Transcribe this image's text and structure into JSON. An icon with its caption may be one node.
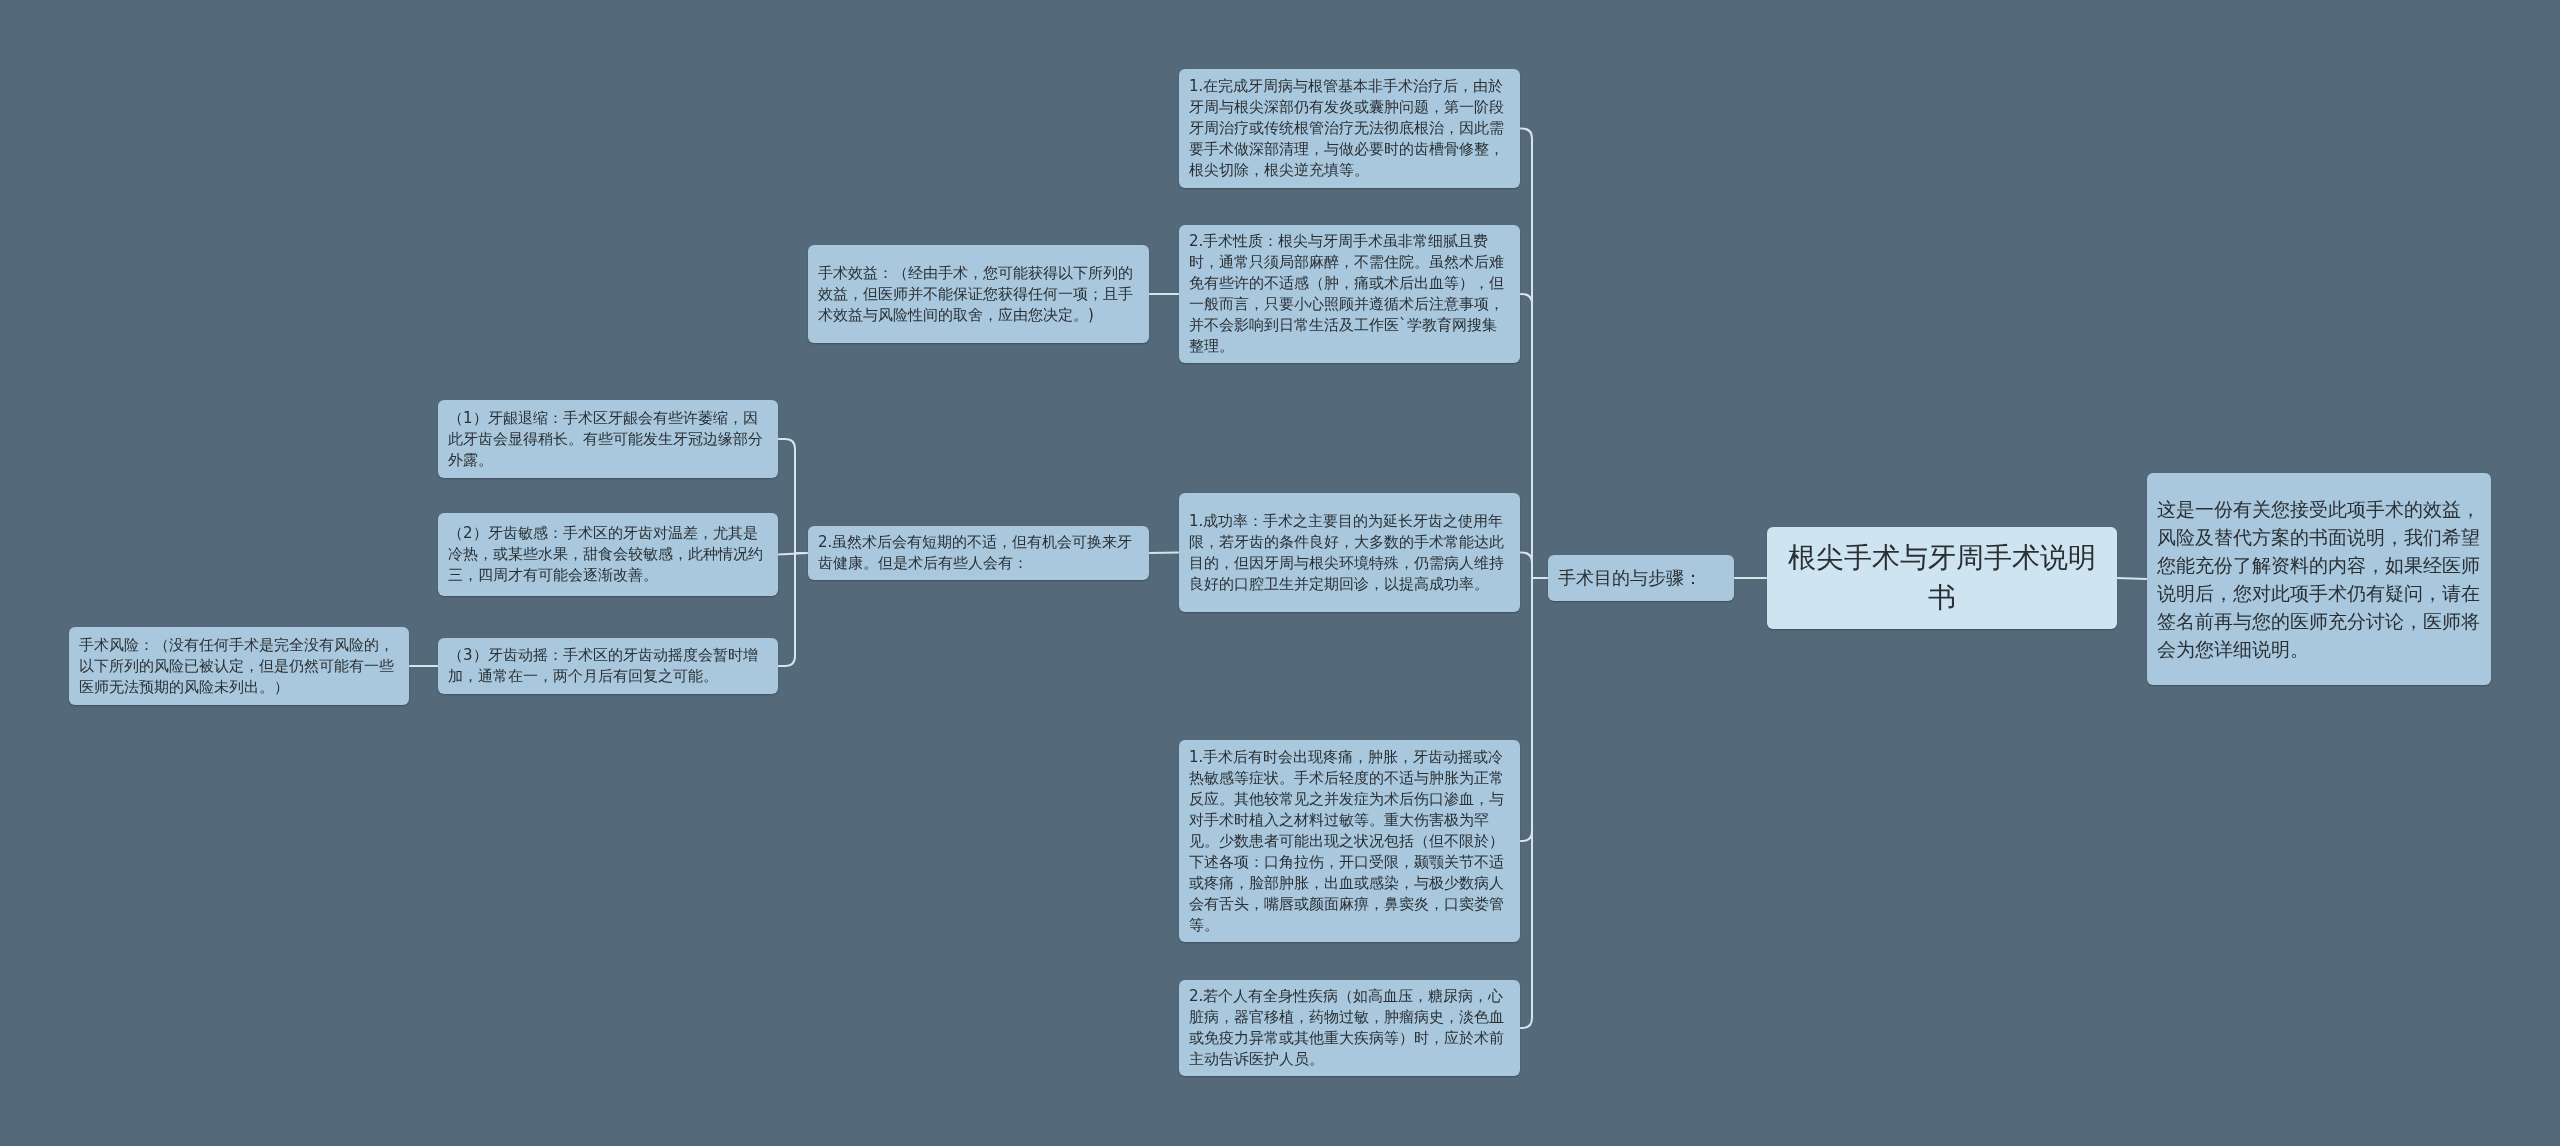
{
  "diagram": {
    "nodes": [
      {
        "text": [
          "根尖手术与牙周手术说明书"
        ]
      },
      {
        "text": [
          "这是一份有关您接受此项手术的效益，风险及替代方案的书面说明，我们希望您能充份了解资料的内容，如果经医师说明后，您对此项手术仍有疑问，请在签名前再与您的医师充分讨论，医师将会为您详细说明。"
        ]
      },
      {
        "text": [
          "手术目的与步骤："
        ]
      },
      {
        "text": [
          "1.在完成牙周病与根管基本非手术治疗后，由於牙周与根尖深部仍有发炎或囊肿问题，第一阶段牙周治疗或传统根管治疗无法彻底根治，因此需要手术做深部清理，与做必要时的齿槽骨修整，根尖切除，根尖逆充填等。"
        ]
      },
      {
        "text": [
          "2.手术性质：根尖与牙周手术虽非常细腻且费时，通常只须局部麻醉，不需住院。虽然术后难免有些许的不适感（肿，痛或术后出血等），但一般而言，只要小心照顾并遵循术后注意事项，并不会影响到日常生活及工作医`学教育网搜集整理。"
        ]
      },
      {
        "text": [
          "手术效益：（经由手术，您可能获得以下所列的效益，但医师并不能保证您获得任何一项；且手术效益与风险性间的取舍，应由您决定。)"
        ]
      },
      {
        "text": [
          "1.成功率：手术之主要目的为延长牙齿之使用年限，若牙齿的条件良好，大多数的手术常能达此目的，但因牙周与根尖环境特殊，仍需病人维持良好的口腔卫生并定期回诊，以提高成功率。"
        ]
      },
      {
        "text": [
          "2.虽然术后会有短期的不适，但有机会可换来牙齿健康。但是术后有些人会有："
        ]
      },
      {
        "text": [
          "（1）牙龈退缩：手术区牙龈会有些许萎缩，因此牙齿会显得稍长。有些可能发生牙冠边缘部分外露。"
        ]
      },
      {
        "text": [
          "（2）牙齿敏感：手术区的牙齿对温差，尤其是冷热，或某些水果，甜食会较敏感，此种情况约三，四周才有可能会逐渐改善。"
        ]
      },
      {
        "text": [
          "（3）牙齿动摇：手术区的牙齿动摇度会暂时增加，通常在一，两个月后有回复之可能。"
        ]
      },
      {
        "text": [
          "手术风险：（没有任何手术是完全没有风险的，以下所列的风险已被认定，但是仍然可能有一些医师无法预期的风险未列出。）"
        ]
      },
      {
        "text": [
          "1.手术后有时会出现疼痛，肿胀，牙齿动摇或冷热敏感等症状。手术后轻度的不适与肿胀为正常反应。其他较常见之并发症为术后伤口渗血，与对手术时植入之材料过敏等。重大伤害极为罕见。少数患者可能出现之状况包括（但不限於）下述各项：口角拉伤，开口受限，颞颚关节不适或疼痛，脸部肿胀，出血或感染，与极少数病人会有舌头，嘴唇或颜面麻痹，鼻窦炎，口窦娄管等。"
        ]
      },
      {
        "text": [
          "2.若个人有全身性疾病（如高血压，糖尿病，心脏病，器官移植，药物过敏，肿瘤病史，淡色血或免疫力异常或其他重大疾病等）时，应於术前主动告诉医护人员。"
        ]
      }
    ],
    "edges": [
      {
        "from": 0,
        "to": 1,
        "arrow": "none"
      },
      {
        "from": 0,
        "to": 2,
        "arrow": "none"
      },
      {
        "from": 2,
        "to": 3,
        "arrow": "none"
      },
      {
        "from": 2,
        "to": 4,
        "arrow": "none"
      },
      {
        "from": 4,
        "to": 5,
        "arrow": "none"
      },
      {
        "from": 2,
        "to": 6,
        "arrow": "none"
      },
      {
        "from": 6,
        "to": 7,
        "arrow": "none"
      },
      {
        "from": 7,
        "to": 8,
        "arrow": "none"
      },
      {
        "from": 7,
        "to": 9,
        "arrow": "none"
      },
      {
        "from": 7,
        "to": 10,
        "arrow": "none"
      },
      {
        "from": 10,
        "to": 11,
        "arrow": "none"
      },
      {
        "from": 2,
        "to": 12,
        "arrow": "none"
      },
      {
        "from": 2,
        "to": 13,
        "arrow": "none"
      }
    ]
  }
}
